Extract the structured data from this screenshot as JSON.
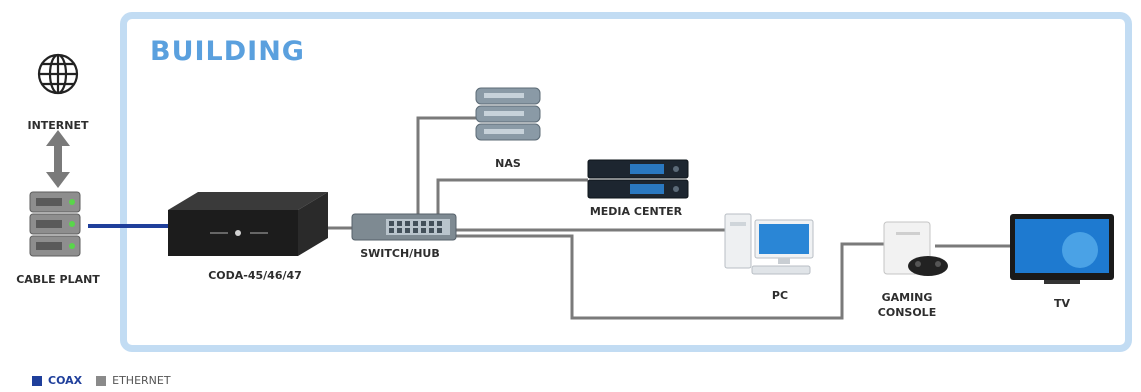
{
  "title": "BUILDING",
  "nodes": {
    "internet": "INTERNET",
    "cable_plant": "CABLE PLANT",
    "coda": "CODA-45/46/47",
    "switch": "SWITCH/HUB",
    "nas": "NAS",
    "media_center": "MEDIA CENTER",
    "pc": "PC",
    "gaming_line1": "GAMING",
    "gaming_line2": "CONSOLE",
    "tv": "TV"
  },
  "legend": {
    "coax": "COAX",
    "ethernet": "ETHERNET"
  },
  "colors": {
    "coax": "#1f3f9b",
    "ethernet": "#7a7a7a",
    "building_border": "#c2dcf3",
    "title": "#5aa0de"
  }
}
